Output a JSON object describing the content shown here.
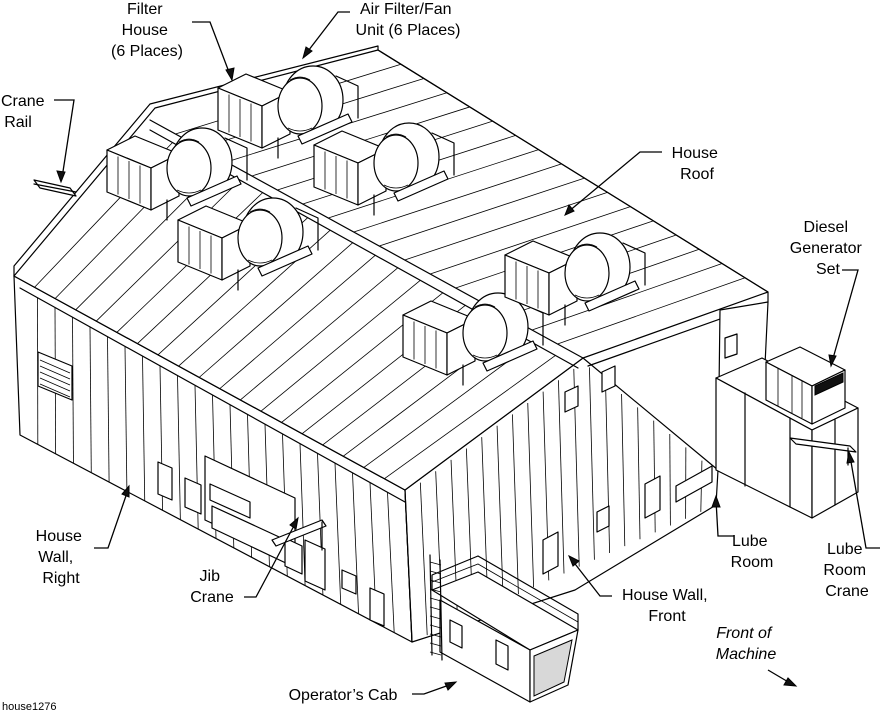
{
  "figure_id": "house1276",
  "labels": {
    "filter_house": [
      "Filter",
      "House",
      "(6 Places)"
    ],
    "air_filter_fan": [
      "Air Filter/Fan",
      "Unit (6 Places)"
    ],
    "crane_rail": [
      "Crane",
      "Rail"
    ],
    "house_roof": [
      "House",
      "Roof"
    ],
    "diesel_generator": [
      "Diesel",
      "Generator",
      "Set"
    ],
    "house_wall_right": [
      "House",
      "Wall,",
      "Right"
    ],
    "jib_crane": [
      "Jib",
      "Crane"
    ],
    "lube_room": [
      "Lube",
      "Room"
    ],
    "lube_room_crane": [
      "Lube",
      "Room",
      "Crane"
    ],
    "house_wall_front": [
      "House Wall,",
      "Front"
    ],
    "front_of_machine": [
      "Front of",
      "Machine"
    ],
    "operators_cab": [
      "Operator’s Cab"
    ]
  },
  "colors": {
    "line": "#000000",
    "background": "#ffffff",
    "shade": "#d8d8d8"
  }
}
